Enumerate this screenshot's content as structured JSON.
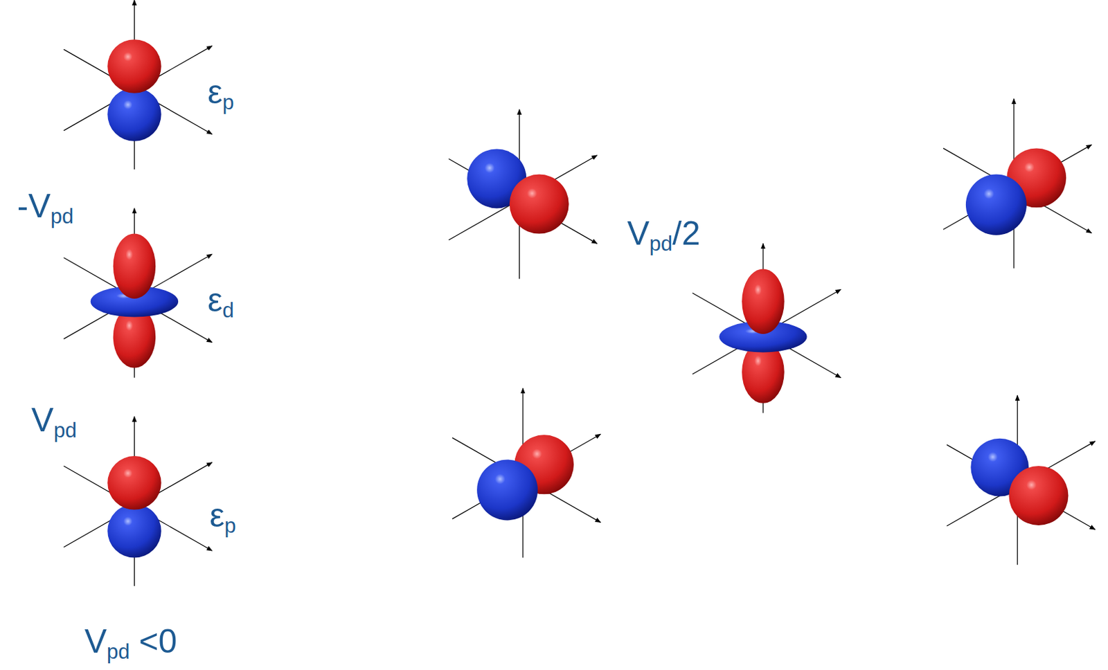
{
  "diagram": {
    "labels": [
      "εp",
      "-Vpd",
      "εd",
      "Vpd",
      "εp",
      "Vpd <0",
      "Vpd/2"
    ]
  }
}
